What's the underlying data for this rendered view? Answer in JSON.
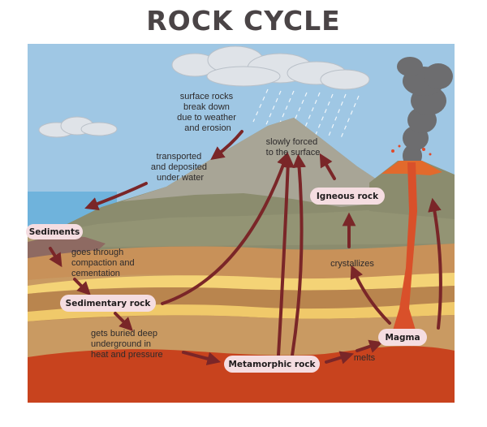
{
  "title": "ROCK CYCLE",
  "labels": {
    "sediments": "Sediments",
    "sedimentary_rock": "Sedimentary rock",
    "metamorphic_rock": "Metamorphic rock",
    "igneous_rock": "Igneous rock",
    "magma": "Magma"
  },
  "annotations": {
    "surface_rocks": [
      "surface rocks",
      "break down",
      "due to weather",
      "and erosion"
    ],
    "transported": [
      "transported",
      "and deposited",
      "under water"
    ],
    "slowly_forced": [
      "slowly forced",
      "to the surface"
    ],
    "compaction": [
      "goes through",
      "compaction and",
      "cementation"
    ],
    "buried": [
      "gets buried deep",
      "underground in",
      "heat and pressure"
    ],
    "crystallizes": "crystallizes",
    "melts": "melts"
  },
  "colors": {
    "sky": "#9fc7e4",
    "sea": "#6fb3dc",
    "mountain_upper": "#a8a596",
    "mountain_lower": "#8b8c6e",
    "sediment_layer": "#c99a62",
    "yellow_layer": "#f4d376",
    "magma_red": "#c8431e",
    "arrow": "#7a2628",
    "label_bg": "#f5dde1"
  }
}
